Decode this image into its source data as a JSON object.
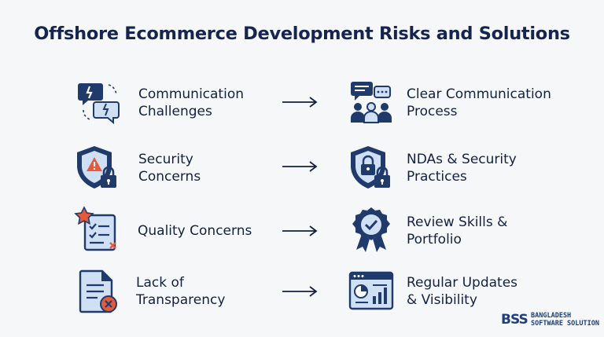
{
  "title": "Offshore Ecommerce Development Risks and Solutions",
  "colors": {
    "navy": "#1f3a6b",
    "light_blue": "#cfe0f5",
    "accent_orange": "#e25b3c",
    "text": "#13213f"
  },
  "rows": [
    {
      "risk": {
        "icon": "broken-chat-icon",
        "lines": [
          "Communication",
          "Challenges"
        ]
      },
      "solution": {
        "icon": "team-chat-icon",
        "lines": [
          "Clear Communication",
          "Process"
        ]
      }
    },
    {
      "risk": {
        "icon": "warning-shield-lock-icon",
        "lines": [
          "Security",
          "Concerns"
        ]
      },
      "solution": {
        "icon": "secure-shield-lock-icon",
        "lines": [
          "NDAs & Security",
          "Practices"
        ]
      }
    },
    {
      "risk": {
        "icon": "star-checklist-icon",
        "lines": [
          "Quality Concerns"
        ]
      },
      "solution": {
        "icon": "award-badge-icon",
        "lines": [
          "Review Skills &",
          "Portfolio"
        ]
      }
    },
    {
      "risk": {
        "icon": "document-error-icon",
        "lines": [
          "Lack of",
          "Transparency"
        ]
      },
      "solution": {
        "icon": "dashboard-chart-icon",
        "lines": [
          "Regular Updates",
          "& Visibility"
        ]
      }
    }
  ],
  "logo": {
    "mark": "BSS",
    "line1": "BANGLADESH",
    "line2": "SOFTWARE SOLUTION"
  }
}
